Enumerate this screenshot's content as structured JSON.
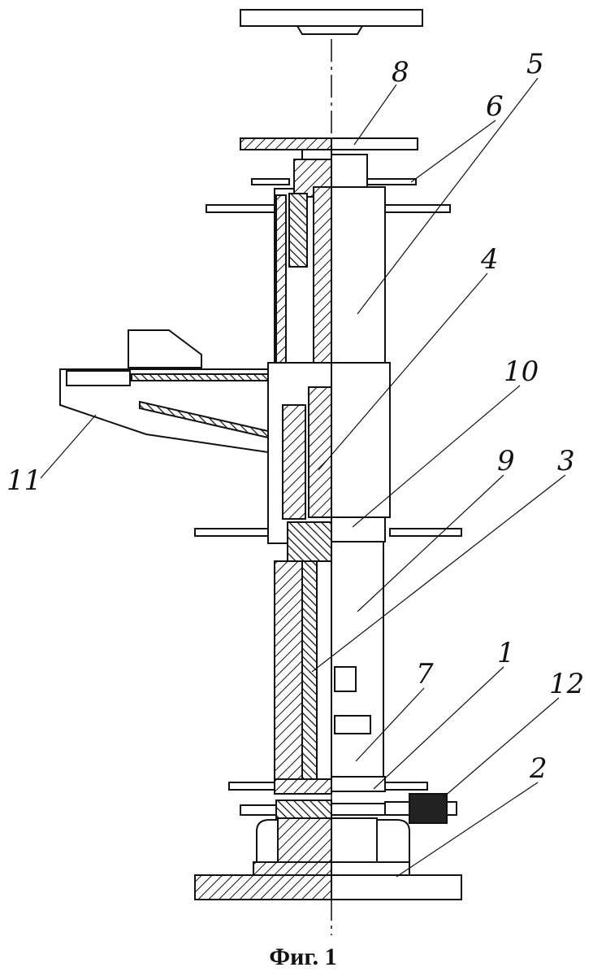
{
  "figure": {
    "caption": "Фиг. 1",
    "labels": [
      "8",
      "6",
      "5",
      "4",
      "10",
      "9",
      "3",
      "7",
      "1",
      "12",
      "2",
      "11"
    ]
  }
}
